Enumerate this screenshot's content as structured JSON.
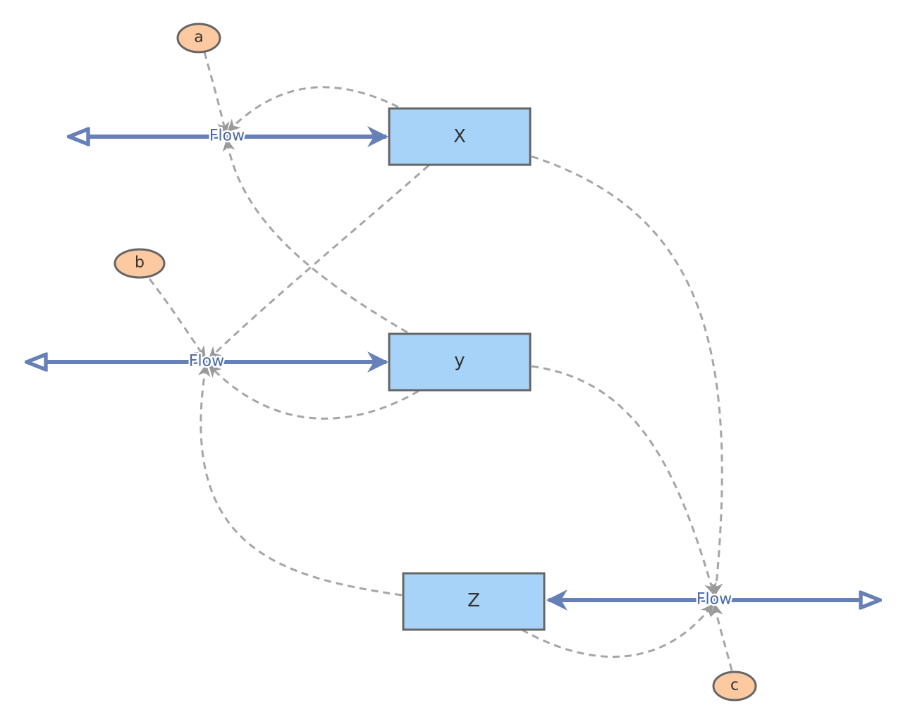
{
  "diagram": {
    "stocks": [
      {
        "id": "X",
        "label": "X"
      },
      {
        "id": "Y",
        "label": "y"
      },
      {
        "id": "Z",
        "label": "Z"
      }
    ],
    "parameters": [
      {
        "id": "a",
        "label": "a"
      },
      {
        "id": "b",
        "label": "b"
      },
      {
        "id": "c",
        "label": "c"
      }
    ],
    "flows": [
      {
        "id": "flow1",
        "label": "Flow",
        "into": "X"
      },
      {
        "id": "flow2",
        "label": "Flow",
        "into": "Y"
      },
      {
        "id": "flow3",
        "label": "Flow",
        "into": "Z"
      }
    ],
    "colors": {
      "stock_fill": "#a6d3f7",
      "param_fill": "#fdc9a1",
      "pipe": "#6680b8",
      "dependency": "#a6a6a6",
      "outline": "#666666"
    }
  }
}
